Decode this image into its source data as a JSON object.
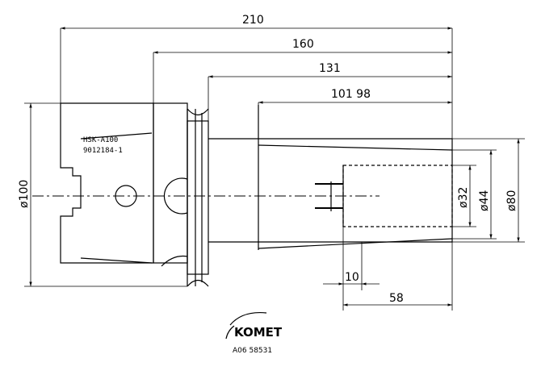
{
  "dimensions": {
    "overall_length": "210",
    "length_2": "160",
    "length_3": "131",
    "length_4": "101 98",
    "dia_shank": "ø100",
    "dia_front": "ø80",
    "dia_tool_outer": "ø44",
    "dia_bore": "ø32",
    "depth_10": "10",
    "depth_58": "58"
  },
  "part_labels": {
    "interface": "HSK-A100",
    "part_number": "9012184-1"
  },
  "logo": {
    "brand": "KOMET",
    "code": "A06 58531"
  }
}
